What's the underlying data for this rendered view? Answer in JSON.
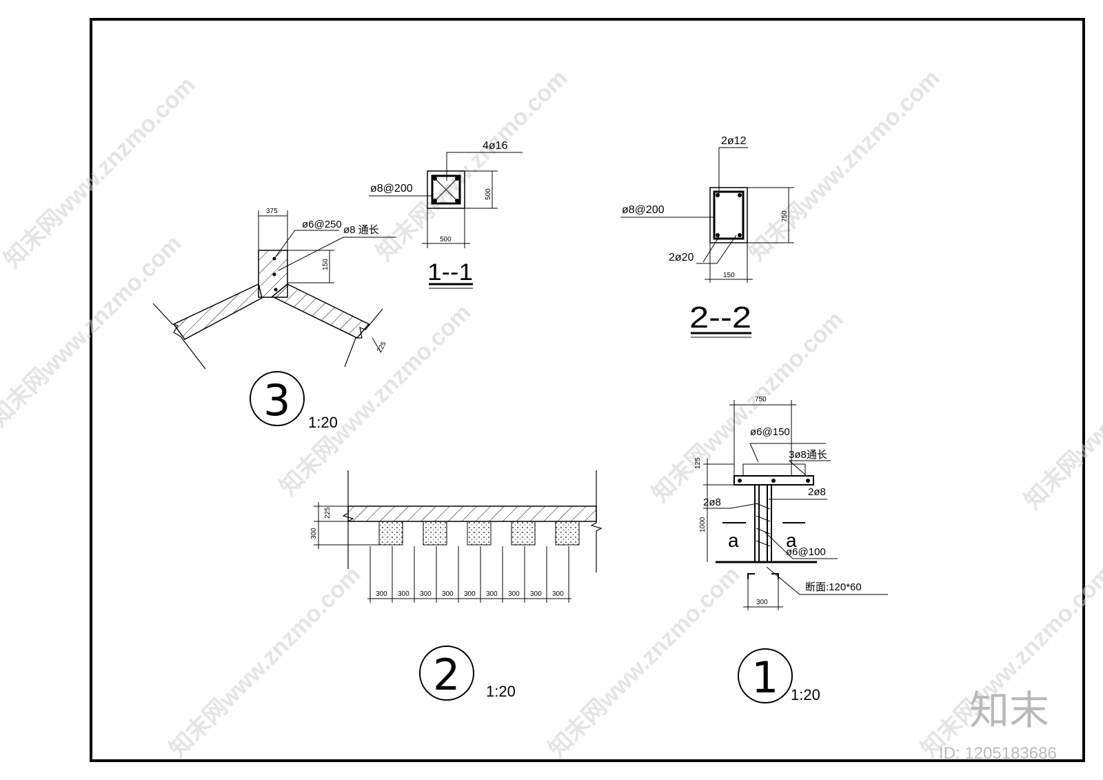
{
  "detail3": {
    "dims": {
      "width": "375",
      "height": "150",
      "wall": "225"
    },
    "rebar": {
      "stirrup": "ø6@250",
      "long": "ø8  通长"
    },
    "marker": "3",
    "scale": "1:20"
  },
  "section1": {
    "top_rebar": "4ø16",
    "stirrup": "ø8@200",
    "dim_h": "500",
    "dim_w": "500",
    "title": "1--1"
  },
  "section2": {
    "top_rebar": "2ø12",
    "stirrup": "ø8@200",
    "bottom_rebar": "2ø20",
    "dim_h": "750",
    "dim_w": "150",
    "title": "2--2"
  },
  "detail2": {
    "dims_left": [
      "225",
      "300"
    ],
    "spacing": [
      "300",
      "300",
      "300",
      "300",
      "300",
      "300",
      "300",
      "300",
      "300"
    ],
    "marker": "2",
    "scale": "1:20"
  },
  "detail1": {
    "dim_top": "750",
    "dim_125": "125",
    "dim_1000": "1000",
    "dim_bottom": "300",
    "labels": {
      "stirrup_top": "ø6@150",
      "long_top": "3ø8通长",
      "right_bar": "2ø8",
      "left_bar": "2ø8",
      "stirrup_post": "ø6@100",
      "section_note": "断面:120*60",
      "cut_left": "a",
      "cut_right": "a"
    },
    "marker": "1",
    "scale": "1:20"
  },
  "watermark": {
    "text": "知末网www.znzmo.com",
    "logo": "知末",
    "id": "ID: 1205183686"
  }
}
